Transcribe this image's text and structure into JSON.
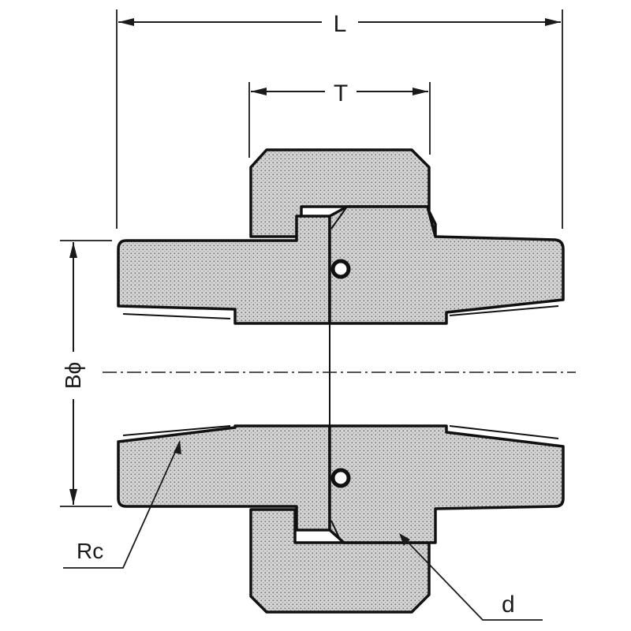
{
  "labels": {
    "overall_length": "L",
    "nut_width": "T",
    "body_diameter": "Bϕ",
    "taper_thread": "Rc",
    "seal_diameter": "d"
  }
}
